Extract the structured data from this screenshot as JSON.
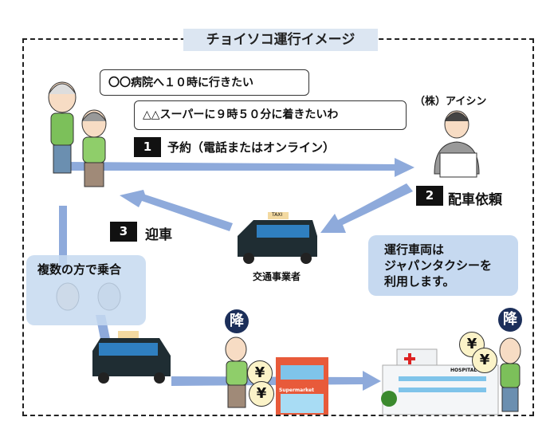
{
  "title": "チョイソコ運行イメージ",
  "bubbles": {
    "hospital_request": "〇〇病院へ１０時に行きたい",
    "super_request": "△△スーパーに９時５０分に着きたいわ"
  },
  "steps": [
    {
      "number": "1",
      "label": "予約（電話またはオンライン）"
    },
    {
      "number": "2",
      "label": "配車依頼"
    },
    {
      "number": "3",
      "label": "迎車"
    }
  ],
  "operator_label": "（株）アイシン",
  "transport_label": "交通事業者",
  "vehicle_note": [
    "運行車両は",
    "ジャパンタクシーを",
    "利用します。"
  ],
  "shared_ride_label": "複数の方で乗合",
  "drop_off_label": "降",
  "taxi_sign": "TAXI",
  "supermarket_sign": "Supermarket",
  "hospital_sign": "HOSPITAL",
  "yen": "¥",
  "colors": {
    "arrow": "#8eaadb",
    "title_bg": "#dce6f2",
    "note_bg": "#c6d9f0",
    "taxi": "#1f2d33",
    "badge": "#1c2f5a"
  }
}
